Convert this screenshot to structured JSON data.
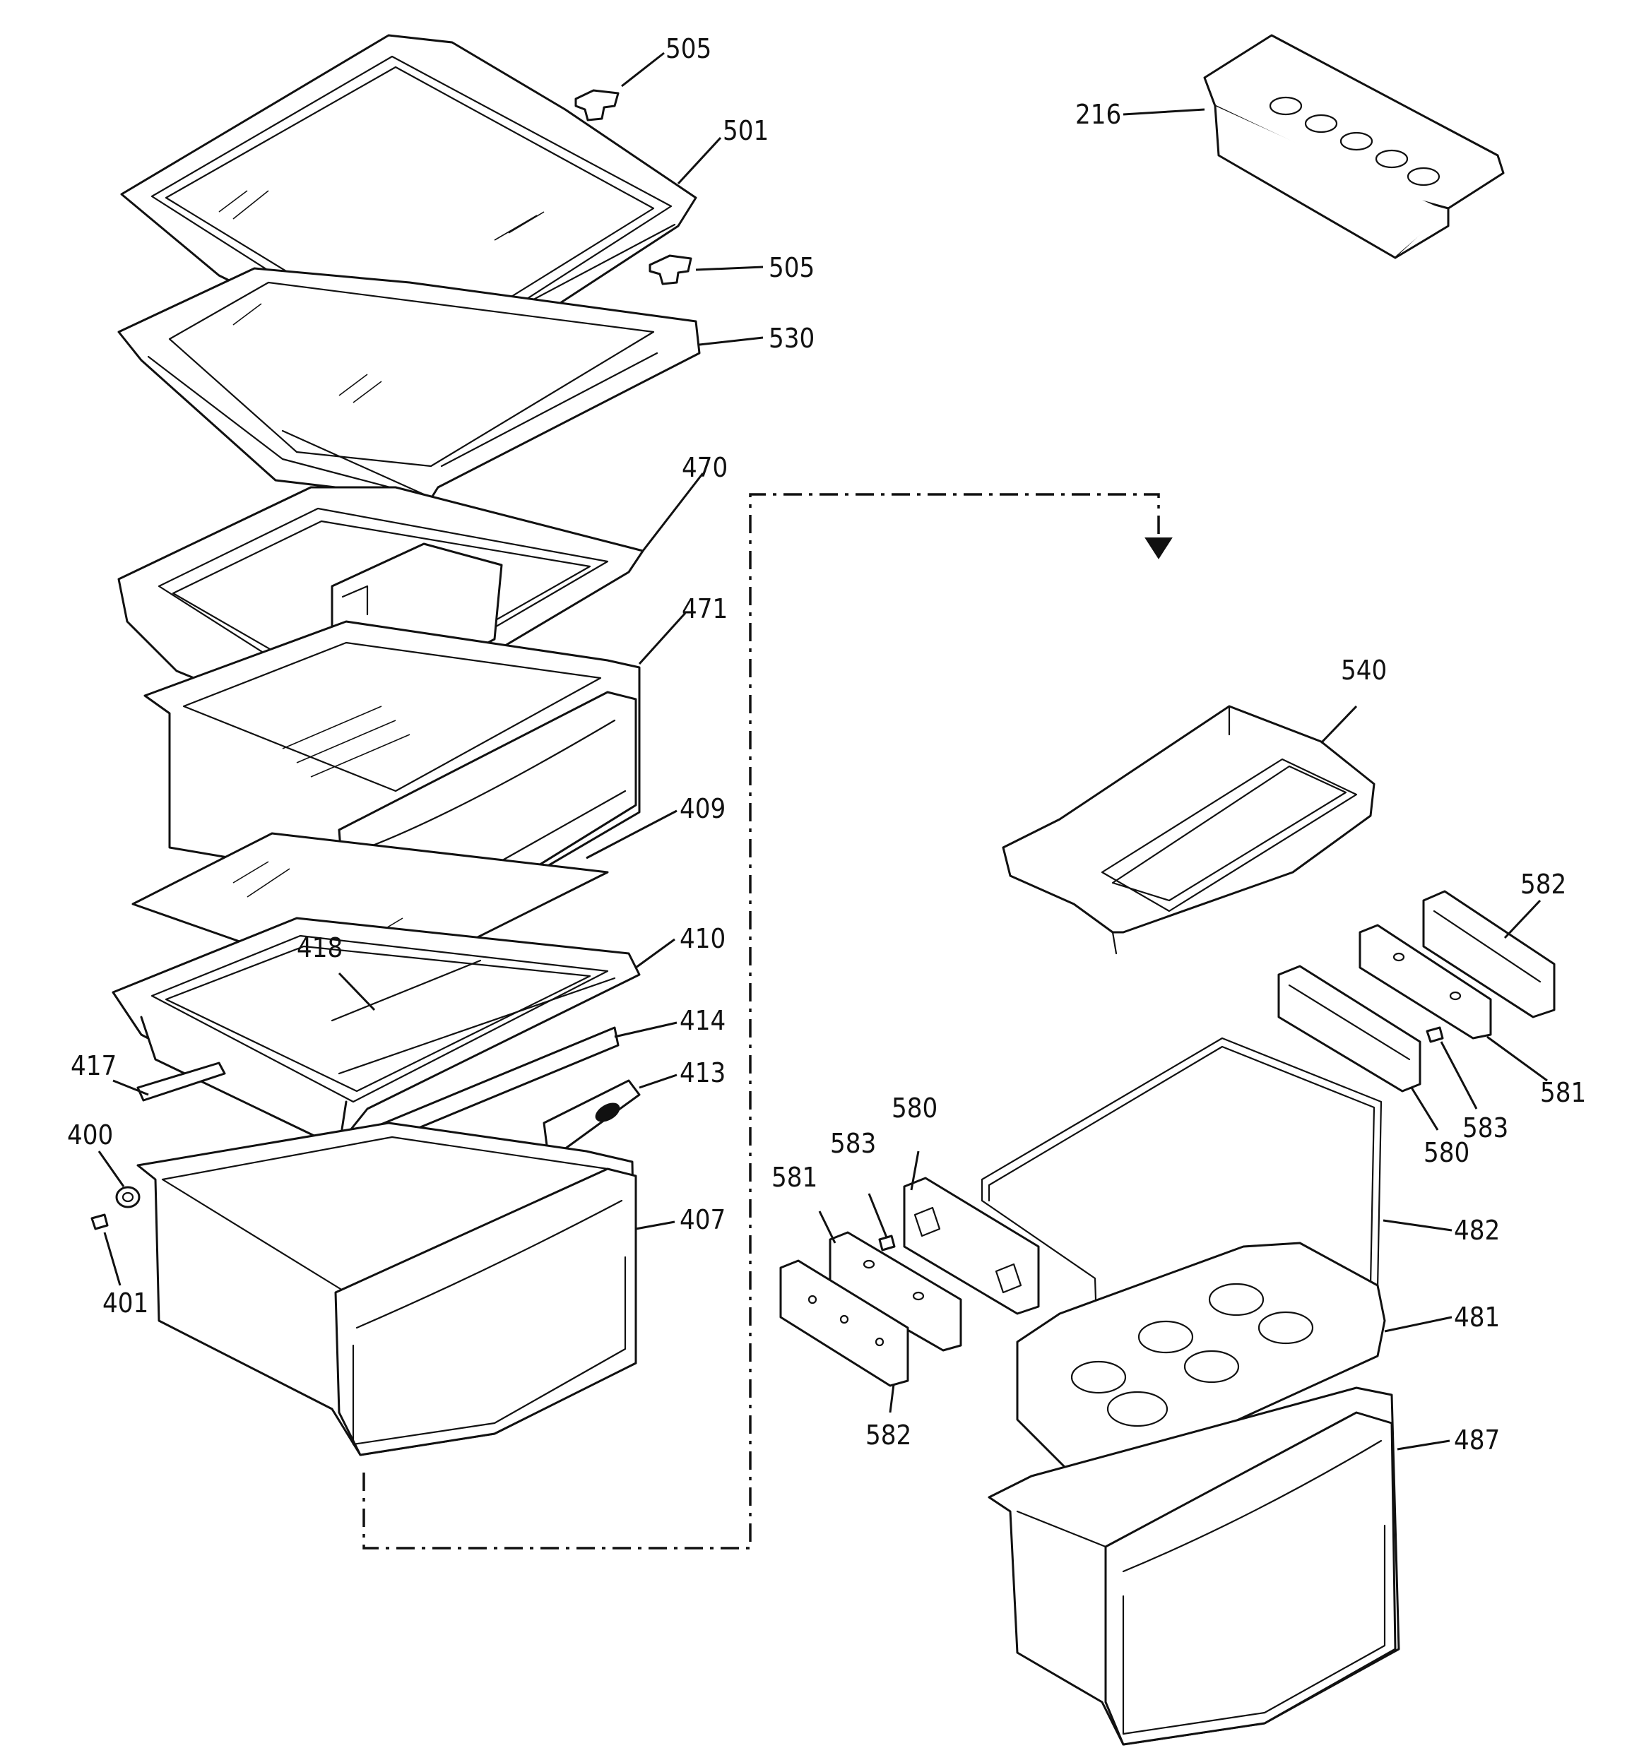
{
  "diagram": {
    "type": "exploded-parts-view",
    "callouts": [
      {
        "id": "c505a",
        "label": "505"
      },
      {
        "id": "c501",
        "label": "501"
      },
      {
        "id": "c505b",
        "label": "505"
      },
      {
        "id": "c530",
        "label": "530"
      },
      {
        "id": "c470",
        "label": "470"
      },
      {
        "id": "c471",
        "label": "471"
      },
      {
        "id": "c409",
        "label": "409"
      },
      {
        "id": "c418",
        "label": "418"
      },
      {
        "id": "c410",
        "label": "410"
      },
      {
        "id": "c414",
        "label": "414"
      },
      {
        "id": "c417",
        "label": "417"
      },
      {
        "id": "c413",
        "label": "413"
      },
      {
        "id": "c400",
        "label": "400"
      },
      {
        "id": "c407",
        "label": "407"
      },
      {
        "id": "c401",
        "label": "401"
      },
      {
        "id": "c216",
        "label": "216"
      },
      {
        "id": "c540",
        "label": "540"
      },
      {
        "id": "c582a",
        "label": "582"
      },
      {
        "id": "c581a",
        "label": "581"
      },
      {
        "id": "c583a",
        "label": "583"
      },
      {
        "id": "c580a",
        "label": "580"
      },
      {
        "id": "c580b",
        "label": "580"
      },
      {
        "id": "c583b",
        "label": "583"
      },
      {
        "id": "c581b",
        "label": "581"
      },
      {
        "id": "c482",
        "label": "482"
      },
      {
        "id": "c481",
        "label": "481"
      },
      {
        "id": "c582b",
        "label": "582"
      },
      {
        "id": "c487",
        "label": "487"
      }
    ]
  }
}
